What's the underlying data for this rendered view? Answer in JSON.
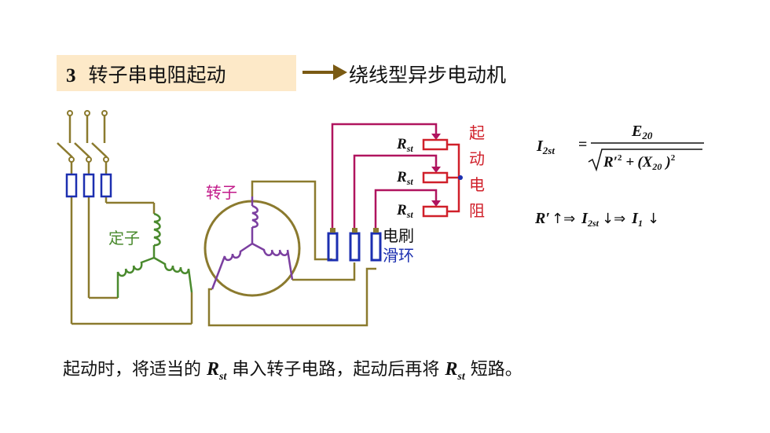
{
  "header": {
    "number": "3",
    "title": "转子串电阻起动",
    "motor_type": "绕线型异步电动机"
  },
  "diagram": {
    "stator_label": "定子",
    "rotor_label": "转子",
    "brush_label": "电刷",
    "slip_ring_label": "滑环",
    "rst_main": "R",
    "rst_sub": "st",
    "start_resistor_label": [
      "起",
      "动",
      "电",
      "阻"
    ]
  },
  "formula": {
    "lhs_main": "I",
    "lhs_sub": "2st",
    "eq": "=",
    "numerator_main": "E",
    "numerator_sub": "20",
    "den_r": "R′",
    "den_r_exp": "2",
    "den_plus": "+",
    "den_x_main": "(X",
    "den_x_sub": "20",
    "den_x_close": ")",
    "den_x_exp": "2",
    "line2_r": "R′",
    "line2_up": "↑",
    "line2_implies1": "⇒",
    "line2_i2st_main": "I",
    "line2_i2st_sub": "2st",
    "line2_down1": "↓",
    "line2_implies2": "⇒",
    "line2_i1_main": "I",
    "line2_i1_sub": "1",
    "line2_down2": "↓"
  },
  "bottom": {
    "part1": "起动时，将适当的",
    "rst_main": "R",
    "rst_sub": "st",
    "part2": "串入转子电路，起动后再将",
    "part3": "短路。"
  },
  "colors": {
    "olive": "#8b7a2e",
    "green": "#4a8a2e",
    "purple": "#7b3fa0",
    "magenta": "#b0145f",
    "red": "#d0202a",
    "blue": "#1c2fb0",
    "title_bg": "#fde9c8",
    "arrow": "#7a5a13"
  }
}
